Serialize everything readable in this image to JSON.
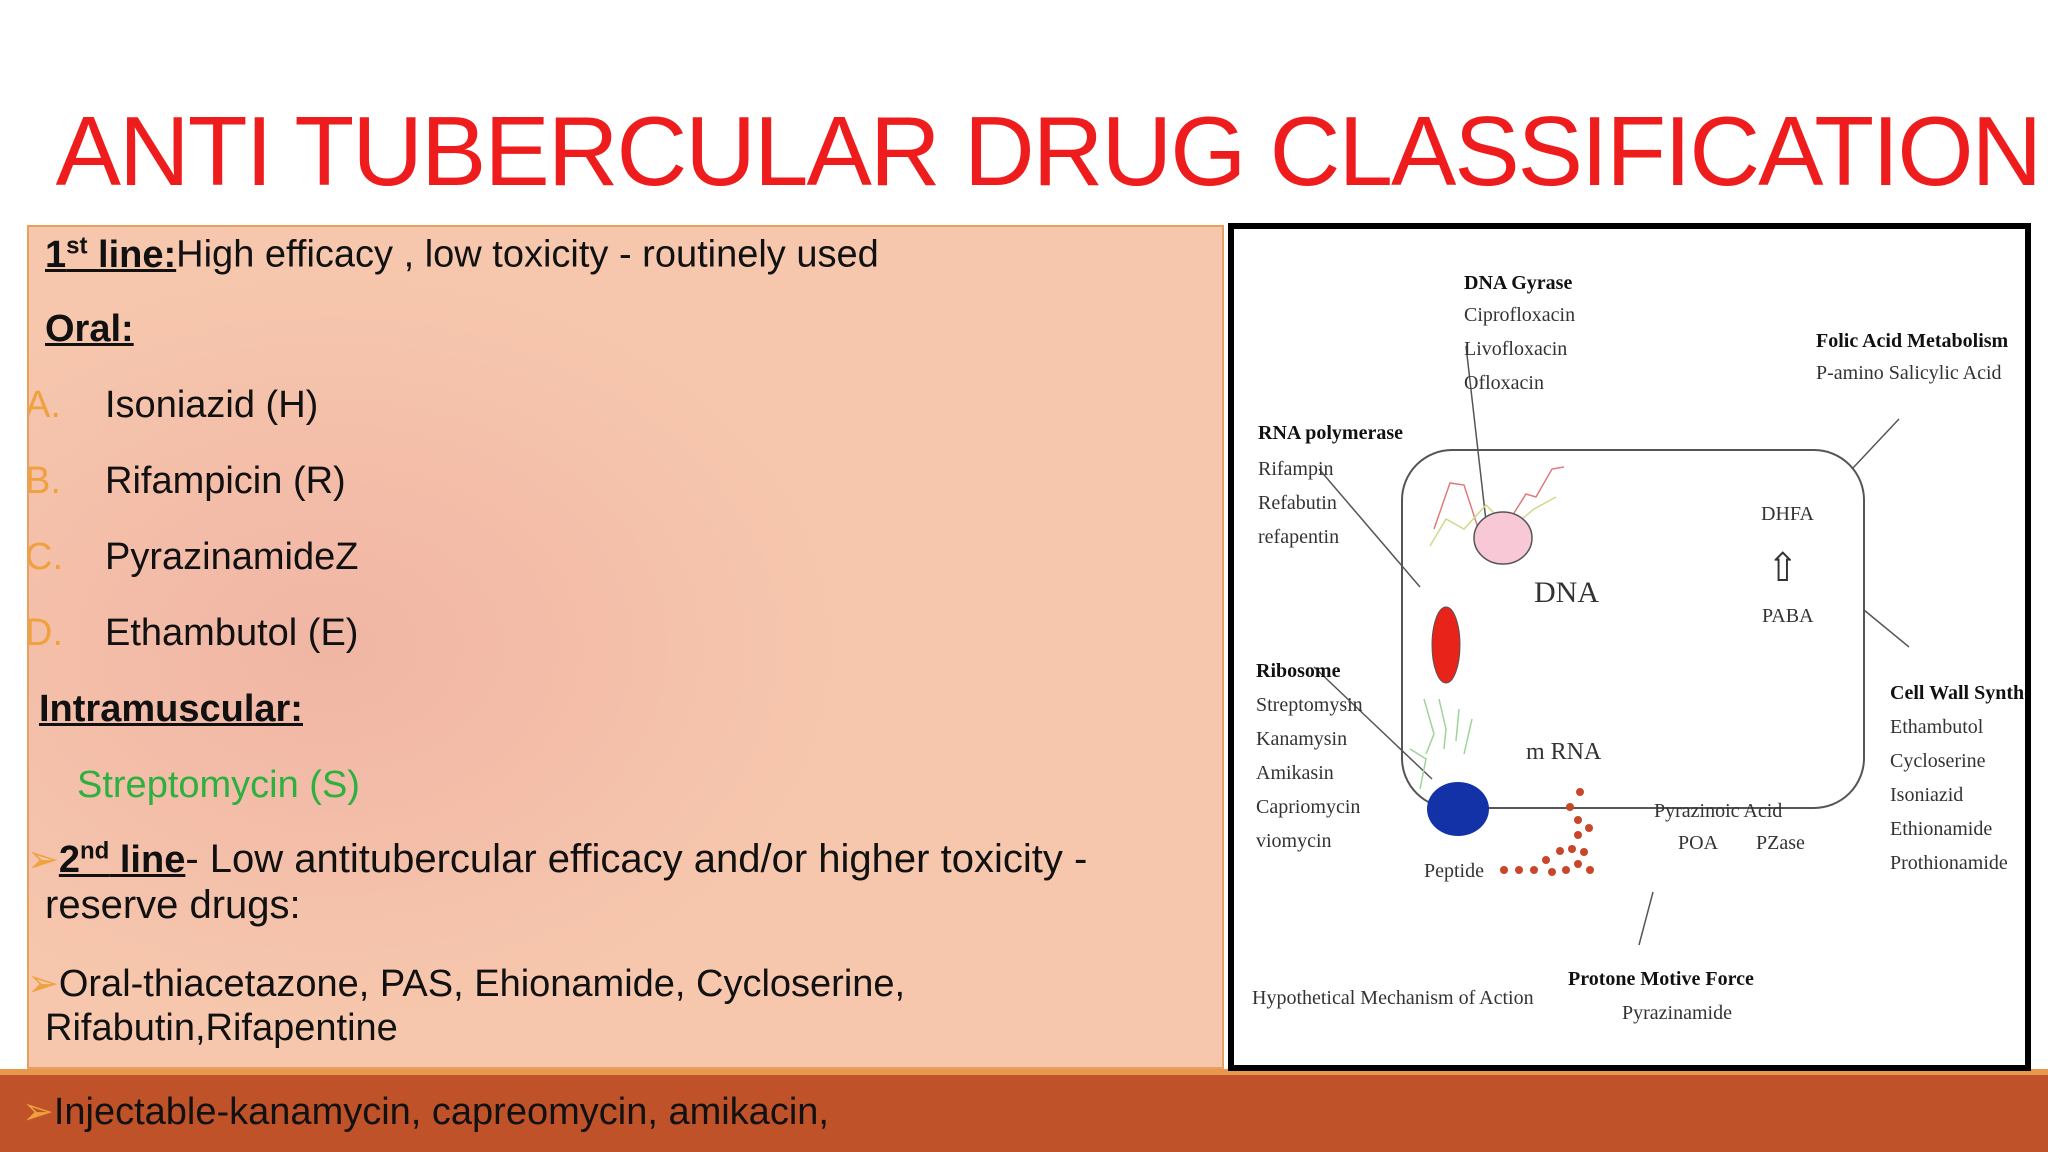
{
  "slide": {
    "title": "ANTI TUBERCULAR DRUG CLASSIFICATION",
    "first_line": {
      "label_main": "1",
      "label_sup": "st",
      "label_rest": " line:",
      "desc": "High efficacy , low toxicity - routinely used"
    },
    "oral_heading": "Oral:",
    "oral_drugs": [
      {
        "letter": "A.",
        "name": "Isoniazid (H)"
      },
      {
        "letter": "B.",
        "name": "Rifampicin (R)"
      },
      {
        "letter": "C.",
        "name": "PyrazinamideZ"
      },
      {
        "letter": "D.",
        "name": "Ethambutol (E)"
      }
    ],
    "im_heading": "Intramuscular:",
    "im_drug": "Streptomycin (S)",
    "second_line": {
      "label_main": "2",
      "label_sup": "nd",
      "label_rest": " line",
      "desc_1": "- Low  antitubercular efficacy  and/or higher toxicity -",
      "desc_2": "reserve drugs:"
    },
    "oral_second": {
      "line1": "Oral-thiacetazone, PAS, Ehionamide, Cycloserine,",
      "line2": "Rifabutin,Rifapentine"
    },
    "injectable": "Injectable-kanamycin, capreomycin, amikacin,",
    "bullet_glyph": "➢"
  },
  "figure": {
    "dna_gyrase": {
      "title": "DNA Gyrase",
      "items": [
        "Ciprofloxacin",
        "Livofloxacin",
        "Ofloxacin"
      ]
    },
    "folic_acid": {
      "title": "Folic Acid Metabolism",
      "items": [
        "P-amino Salicylic Acid"
      ]
    },
    "rna_polymerase": {
      "title": "RNA polymerase",
      "items": [
        "Rifampin",
        "Refabutin",
        "refapentin"
      ]
    },
    "ribosome": {
      "title": "Ribosome",
      "items": [
        "Streptomysin",
        "Kanamysin",
        "Amikasin",
        "Capriomycin",
        "viomycin"
      ]
    },
    "cell_wall": {
      "title": "Cell Wall Synthesis",
      "items": [
        "Ethambutol",
        "Cycloserine",
        "Isoniazid",
        "Ethionamide",
        "Prothionamide"
      ]
    },
    "protone": {
      "title": "Protone Motive Force",
      "items": [
        "Pyrazinamide"
      ]
    },
    "labels": {
      "dna": "DNA",
      "dhfa": "DHFA",
      "paba": "PABA",
      "mrna": "m RNA",
      "peptide": "Peptide",
      "pyrazinoic": "Pyrazinoic Acid",
      "poa": "POA",
      "pzase": "PZase",
      "arrow": "⇧"
    },
    "caption": "Hypothetical Mechanism of Action"
  },
  "colors": {
    "title": "#ee1c1c",
    "accent": "#f0a03c",
    "green": "#2db040",
    "bar": "#c0522a"
  }
}
